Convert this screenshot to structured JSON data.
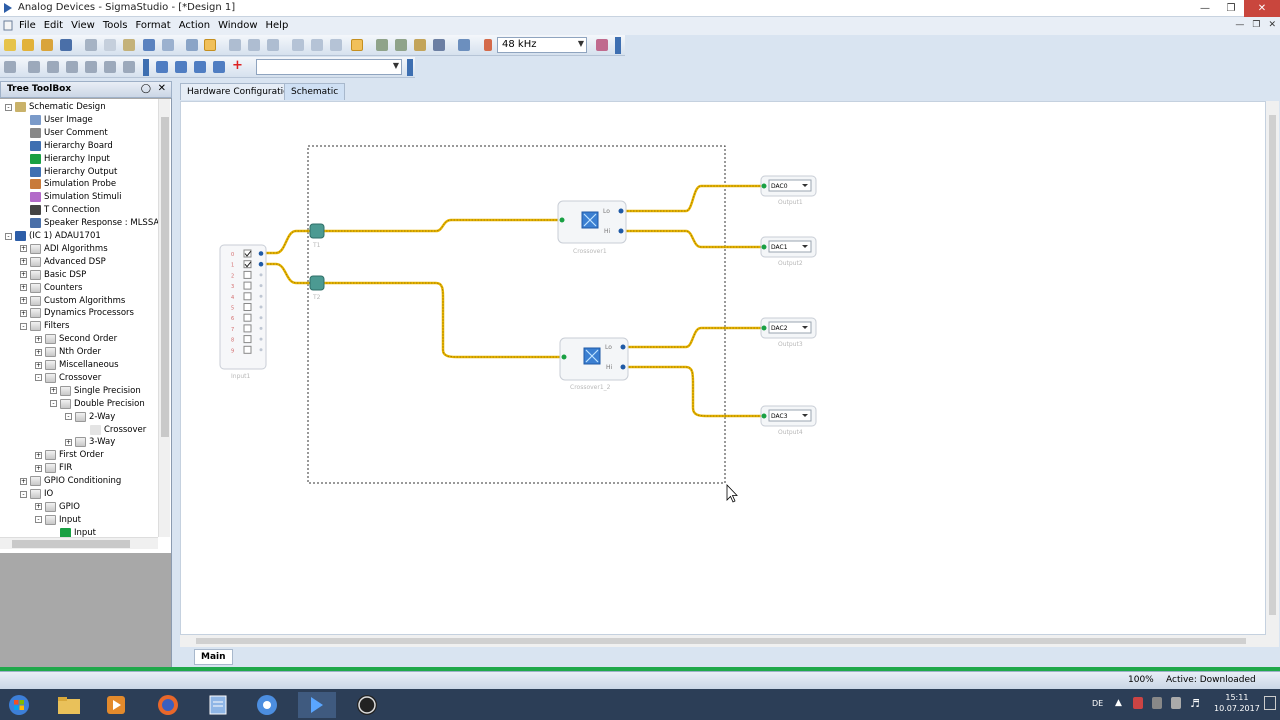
{
  "window": {
    "title": "Analog Devices - SigmaStudio - [*Design 1]"
  },
  "menu": [
    "File",
    "Edit",
    "View",
    "Tools",
    "Format",
    "Action",
    "Window",
    "Help"
  ],
  "toolbar": {
    "sample_rate": "48 kHz",
    "font_select": ""
  },
  "toolbox": {
    "title": "Tree ToolBox",
    "items": [
      {
        "label": "Schematic Design",
        "level": 0,
        "expander": "-",
        "icon": "schematic-icon"
      },
      {
        "label": "User Image",
        "level": 1,
        "icon": "image-icon"
      },
      {
        "label": "User Comment",
        "level": 1,
        "icon": "comment-icon"
      },
      {
        "label": "Hierarchy Board",
        "level": 1,
        "icon": "board-icon"
      },
      {
        "label": "Hierarchy Input",
        "level": 1,
        "icon": "hier-input-icon"
      },
      {
        "label": "Hierarchy Output",
        "level": 1,
        "icon": "hier-output-icon"
      },
      {
        "label": "Simulation Probe",
        "level": 1,
        "icon": "probe-icon"
      },
      {
        "label": "Simulation Stimuli",
        "level": 1,
        "icon": "stimuli-icon"
      },
      {
        "label": "T Connection",
        "level": 1,
        "icon": "t-connection-icon"
      },
      {
        "label": "Speaker Response : MLSSA",
        "level": 1,
        "icon": "speaker-icon"
      },
      {
        "label": "(IC 1) ADAU1701",
        "level": 0,
        "expander": "-",
        "icon": "chip-icon"
      },
      {
        "label": "ADI Algorithms",
        "level": 1,
        "expander": "+",
        "icon": "folder-icon"
      },
      {
        "label": "Advanced DSP",
        "level": 1,
        "expander": "+",
        "icon": "folder-icon"
      },
      {
        "label": "Basic DSP",
        "level": 1,
        "expander": "+",
        "icon": "folder-icon"
      },
      {
        "label": "Counters",
        "level": 1,
        "expander": "+",
        "icon": "folder-icon"
      },
      {
        "label": "Custom Algorithms",
        "level": 1,
        "expander": "+",
        "icon": "folder-icon"
      },
      {
        "label": "Dynamics Processors",
        "level": 1,
        "expander": "+",
        "icon": "folder-icon"
      },
      {
        "label": "Filters",
        "level": 1,
        "expander": "-",
        "icon": "folder-icon"
      },
      {
        "label": "Second Order",
        "level": 2,
        "expander": "+",
        "icon": "folder-icon"
      },
      {
        "label": "Nth Order",
        "level": 2,
        "expander": "+",
        "icon": "folder-icon"
      },
      {
        "label": "Miscellaneous",
        "level": 2,
        "expander": "+",
        "icon": "folder-icon"
      },
      {
        "label": "Crossover",
        "level": 2,
        "expander": "-",
        "icon": "folder-icon"
      },
      {
        "label": "Single Precision",
        "level": 3,
        "expander": "+",
        "icon": "folder-icon"
      },
      {
        "label": "Double Precision",
        "level": 3,
        "expander": "-",
        "icon": "folder-icon"
      },
      {
        "label": "2-Way",
        "level": 4,
        "expander": "-",
        "icon": "folder-icon"
      },
      {
        "label": "Crossover",
        "level": 5,
        "icon": "crossover-icon"
      },
      {
        "label": "3-Way",
        "level": 4,
        "expander": "+",
        "icon": "folder-icon"
      },
      {
        "label": "First Order",
        "level": 2,
        "expander": "+",
        "icon": "folder-icon"
      },
      {
        "label": "FIR",
        "level": 2,
        "expander": "+",
        "icon": "folder-icon"
      },
      {
        "label": "GPIO Conditioning",
        "level": 1,
        "expander": "+",
        "icon": "folder-icon"
      },
      {
        "label": "IO",
        "level": 1,
        "expander": "-",
        "icon": "folder-icon"
      },
      {
        "label": "GPIO",
        "level": 2,
        "expander": "+",
        "icon": "folder-icon"
      },
      {
        "label": "Input",
        "level": 2,
        "expander": "-",
        "icon": "folder-icon"
      },
      {
        "label": "Input",
        "level": 3,
        "icon": "input-leaf-icon"
      }
    ]
  },
  "tabs": [
    "Hardware Configuration",
    "Schematic"
  ],
  "active_tab": "Schematic",
  "schematic": {
    "input_block": {
      "label": "Input1",
      "channels": [
        "0",
        "1",
        "2",
        "3",
        "4",
        "5",
        "6",
        "7",
        "8",
        "9"
      ],
      "checked": [
        0,
        1
      ]
    },
    "t_connections": [
      "T1",
      "T2"
    ],
    "crossovers": [
      {
        "label": "Crossover1",
        "lo": "Lo",
        "hi": "Hi"
      },
      {
        "label": "Crossover1_2",
        "lo": "Lo",
        "hi": "Hi"
      }
    ],
    "outputs": [
      {
        "dac": "DAC0",
        "label": "Output1"
      },
      {
        "dac": "DAC1",
        "label": "Output2"
      },
      {
        "dac": "DAC2",
        "label": "Output3"
      },
      {
        "dac": "DAC3",
        "label": "Output4"
      }
    ]
  },
  "page_tab": "Main",
  "status": {
    "zoom": "100%",
    "state": "Active: Downloaded"
  },
  "taskbar": {
    "apps": [
      "windows-start-icon",
      "file-explorer-icon",
      "media-player-icon",
      "firefox-icon",
      "notepad-icon",
      "sigmastudio-helper-icon",
      "sigmastudio-icon",
      "obs-icon"
    ],
    "language": "DE",
    "time": "15:11",
    "date": "10.07.2017"
  },
  "colors": {
    "wire": "#e8b400",
    "accent": "#3e6fb1",
    "close": "#c9463d"
  }
}
